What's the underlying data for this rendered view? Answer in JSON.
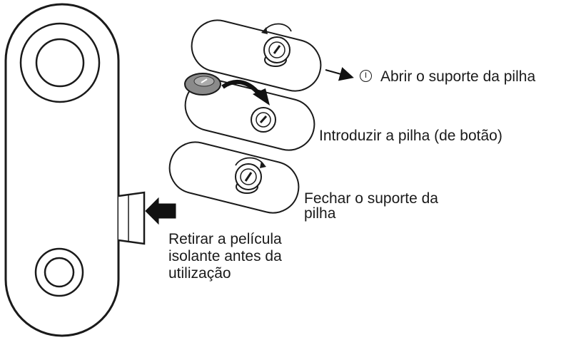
{
  "labels": {
    "step_open_marker": "I",
    "step_open": "Abrir o suporte da pilha",
    "step_insert": "Introduzir a pilha (de botão)",
    "step_close_line1": "Fechar o suporte da",
    "step_close_line2": "pilha",
    "remove_film_line1": "Retirar a película",
    "remove_film_line2": "isolante antes da",
    "remove_film_line3": "utilização"
  },
  "colors": {
    "stroke": "#1a1a1a",
    "coin_fill": "#8a8a8a",
    "arrow_fill": "#111111"
  }
}
